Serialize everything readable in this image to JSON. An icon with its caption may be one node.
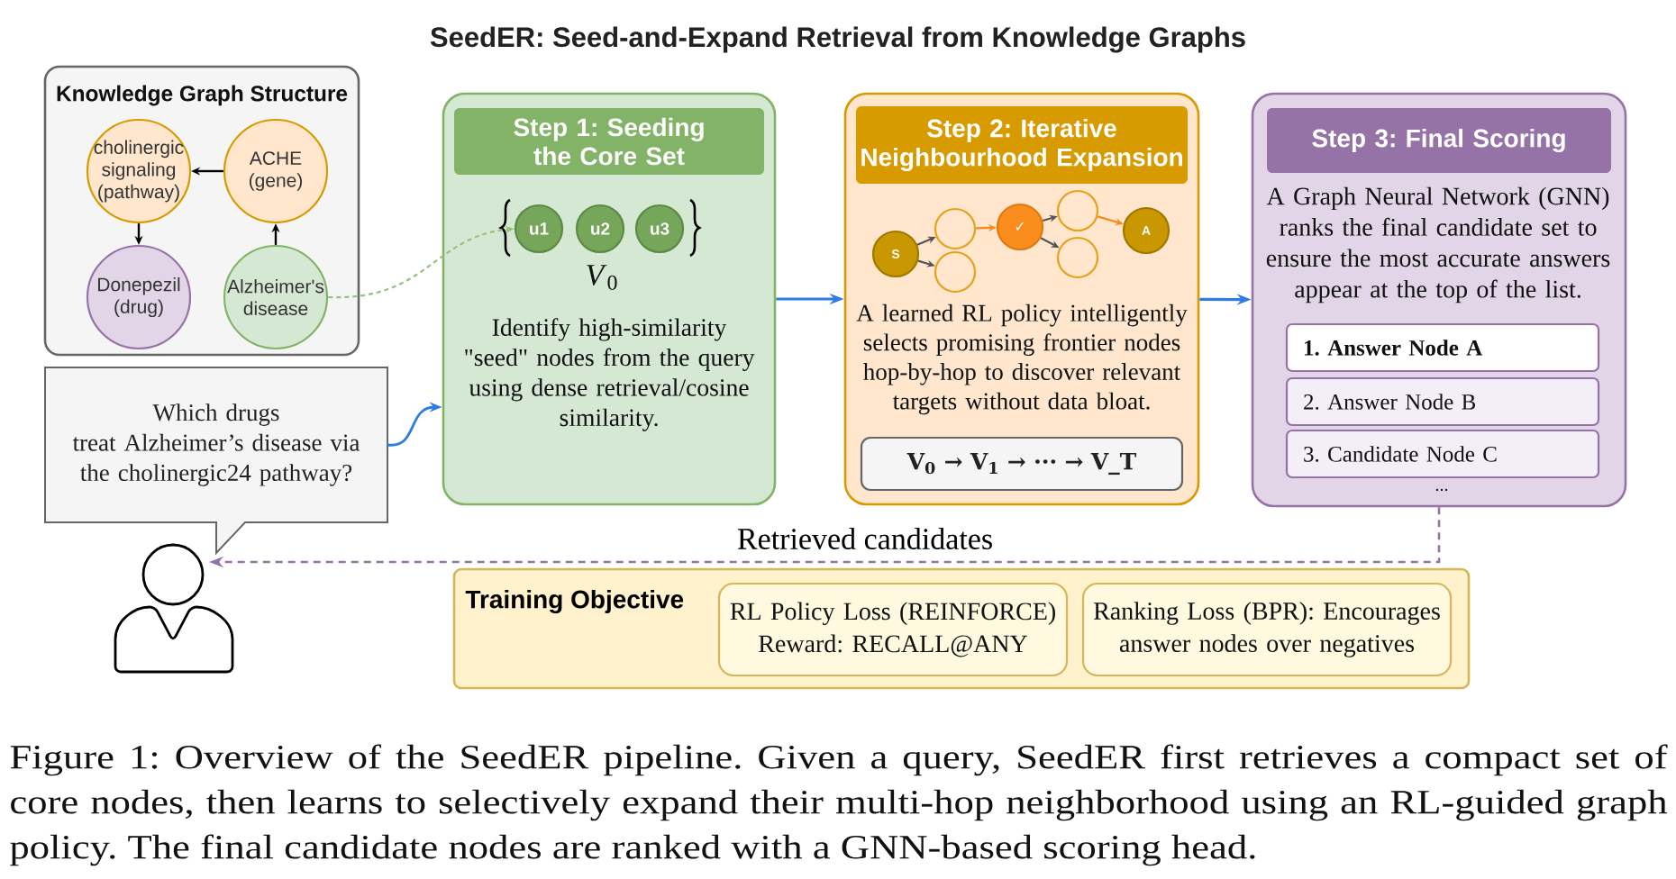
{
  "diagram": {
    "title": "SeedER: Seed-and-Expand Retrieval from Knowledge Graphs",
    "caption": "Figure 1: Overview of the SeedER pipeline. Given a query, SeedER first retrieves a compact set of core nodes, then learns to selectively expand their multi-hop neighborhood using an RL-guided graph policy. The final candidate nodes are ranked with a GNN-based scoring head.",
    "nodes": [
      {
        "text": [
          "Knowledge Graph Structure"
        ]
      },
      {
        "text": [
          "cholinergic signaling (pathway)"
        ],
        "in": 0
      },
      {
        "text": [
          "ACHE (gene)"
        ],
        "in": 0
      },
      {
        "text": [
          "Donepezil (drug)"
        ],
        "in": 0
      },
      {
        "text": [
          "Alzheimer's disease"
        ],
        "in": 0
      },
      {
        "text": [
          "Step 1: Seeding the Core Set",
          "Identify high-similarity \"seed\" nodes from the query using dense retrieval/cosine similarity."
        ]
      },
      {
        "text": [
          "u1"
        ],
        "in": 5
      },
      {
        "text": [
          "u2"
        ],
        "in": 5
      },
      {
        "text": [
          "u3"
        ],
        "in": 5
      },
      {
        "text": [
          "Step 2: Iterative Neighbourhood Expansion",
          "A learned RL policy intelligently selects promising frontier nodes hop-by-hop to discover relevant targets without data bloat."
        ]
      },
      {
        "text": [
          "S"
        ],
        "in": 9
      },
      {
        "text": [],
        "shape": "circle",
        "in": 9
      },
      {
        "text": [],
        "shape": "circle",
        "in": 9
      },
      {
        "text": [
          "✓"
        ],
        "in": 9
      },
      {
        "text": [],
        "shape": "circle",
        "in": 9
      },
      {
        "text": [],
        "shape": "circle",
        "in": 9
      },
      {
        "text": [
          "A"
        ],
        "in": 9
      },
      {
        "text": [
          "V$_{0}$ → V$_{1}$ → ··· → V_T"
        ],
        "in": 9
      },
      {
        "text": [
          "Step 3: Final Scoring",
          "A Graph Neural Network (GNN) ranks the final candidate set to ensure the most accurate answers appear at the top of the list."
        ]
      },
      {
        "text": [
          "1. Answer Node A"
        ],
        "in": 18
      },
      {
        "text": [
          "2. Answer Node B"
        ],
        "in": 18
      },
      {
        "text": [
          "3. Candidate Node C"
        ],
        "in": 18
      },
      {
        "text": [
          "Which drugs treat Alzheimer’s disease via the cholinergic24 pathway?"
        ]
      },
      {
        "text": [],
        "shape": "person"
      },
      {
        "text": [
          "Training Objective"
        ]
      },
      {
        "text": [
          "RL Policy Loss (REINFORCE) Reward: RECALL@ANY"
        ],
        "in": 24
      },
      {
        "text": [
          "Ranking Loss (BPR): Encourages answer nodes over negatives"
        ],
        "in": 24
      }
    ],
    "edges": [
      {
        "from": 2,
        "to": 1,
        "arrow": "to"
      },
      {
        "from": 1,
        "to": 3,
        "arrow": "to"
      },
      {
        "from": 4,
        "to": 2,
        "arrow": "to"
      },
      {
        "from": 4,
        "to": 6,
        "arrow": "to",
        "style": "dashed",
        "color": "#97c27c"
      },
      {
        "from": 22,
        "to": 5,
        "arrow": "to",
        "color": "#2f7be6"
      },
      {
        "from": 5,
        "to": 9,
        "arrow": "to",
        "color": "#2f7be6"
      },
      {
        "from": 9,
        "to": 18,
        "arrow": "to",
        "color": "#2f7be6"
      },
      {
        "from": 18,
        "to": 23,
        "arrow": "to",
        "label": "Retrieved candidates",
        "style": "dashed",
        "color": "#9673a6"
      },
      {
        "from": 10,
        "to": 11,
        "arrow": "to",
        "color": "#555555"
      },
      {
        "from": 10,
        "to": 12,
        "arrow": "to",
        "color": "#555555"
      },
      {
        "from": 11,
        "to": 13,
        "arrow": "to",
        "color": "#f5891f"
      },
      {
        "from": 13,
        "to": 14,
        "arrow": "to",
        "color": "#555555"
      },
      {
        "from": 13,
        "to": 15,
        "arrow": "to",
        "color": "#555555"
      },
      {
        "from": 14,
        "to": 16,
        "arrow": "to",
        "color": "#f5891f"
      }
    ],
    "labels": [
      "*V*$_{0}$",
      "..."
    ]
  }
}
